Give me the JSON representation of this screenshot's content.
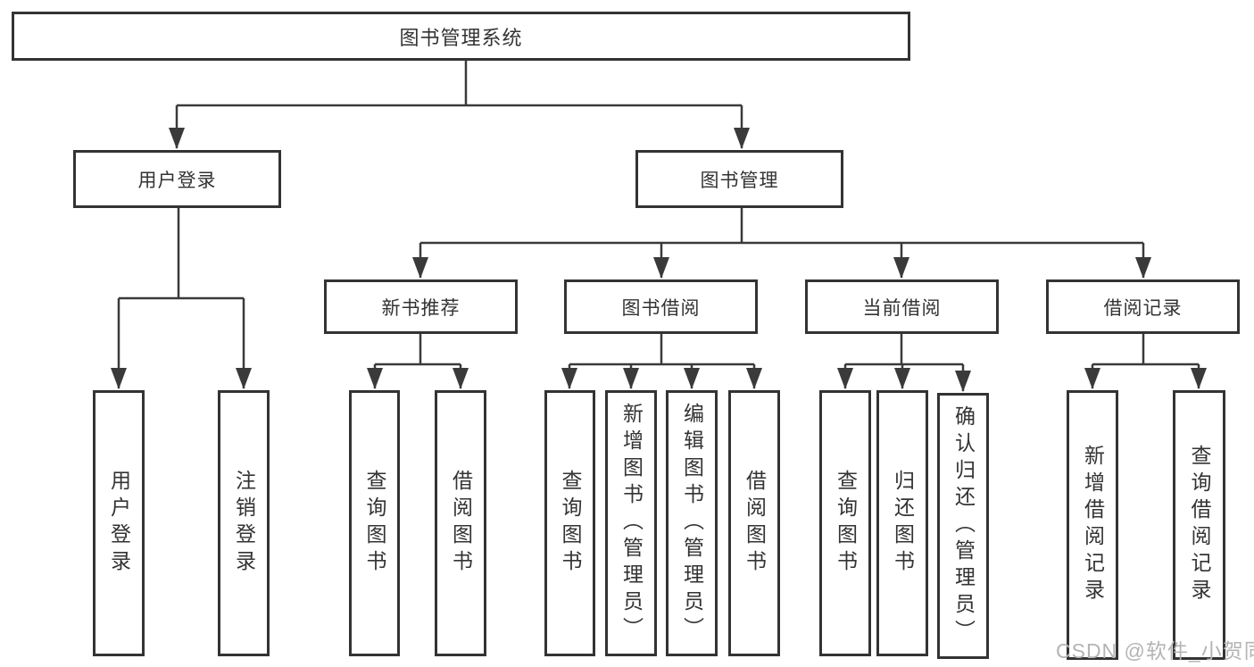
{
  "colors": {
    "line": "#3a3a3a",
    "box_border": "#333333",
    "text": "#333333",
    "watermark": "#b4b4b4",
    "background": "#ffffff"
  },
  "watermark": {
    "text": "CSDN @软件_小贺同学"
  },
  "tree": {
    "root": {
      "label": "图书管理系统",
      "children": [
        {
          "label": "用户登录",
          "children": [
            {
              "label": "用户登录"
            },
            {
              "label": "注销登录"
            }
          ]
        },
        {
          "label": "图书管理",
          "children": [
            {
              "label": "新书推荐",
              "children": [
                {
                  "label": "查询图书"
                },
                {
                  "label": "借阅图书"
                }
              ]
            },
            {
              "label": "图书借阅",
              "children": [
                {
                  "label": "查询图书"
                },
                {
                  "label": "新增图书（管理员）"
                },
                {
                  "label": "编辑图书（管理员）"
                },
                {
                  "label": "借阅图书"
                }
              ]
            },
            {
              "label": "当前借阅",
              "children": [
                {
                  "label": "查询图书"
                },
                {
                  "label": "归还图书"
                },
                {
                  "label": "确认归还（管理员）"
                }
              ]
            },
            {
              "label": "借阅记录",
              "children": [
                {
                  "label": "新增借阅记录"
                },
                {
                  "label": "查询借阅记录"
                }
              ]
            }
          ]
        }
      ]
    }
  }
}
